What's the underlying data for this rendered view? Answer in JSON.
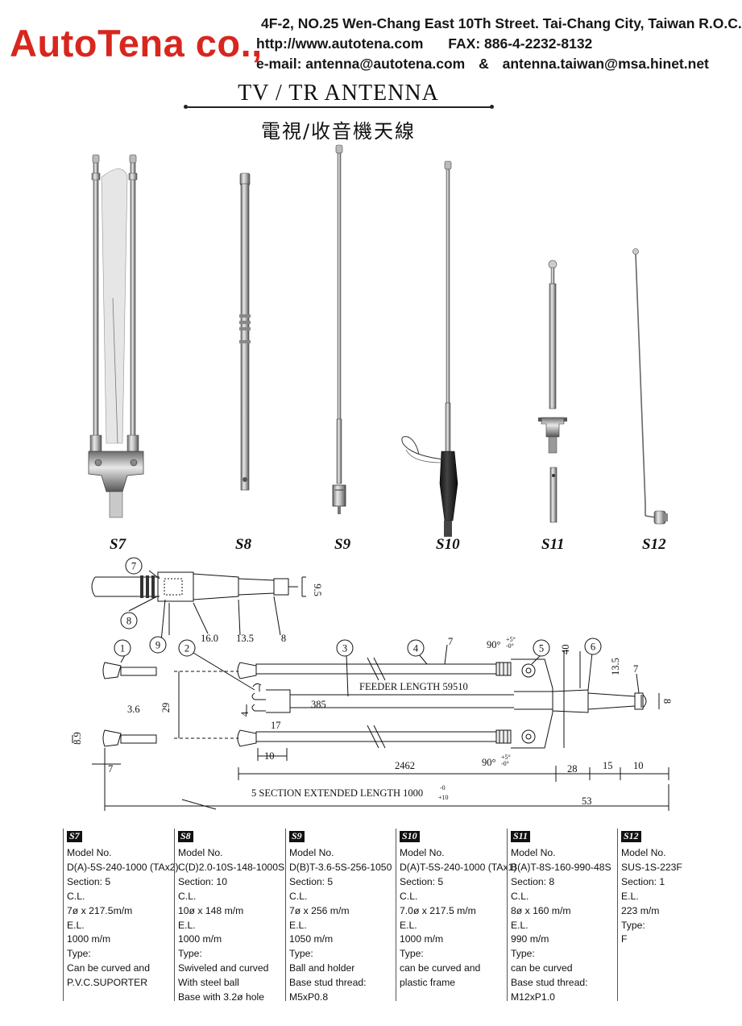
{
  "header": {
    "logo": "AutoTena co.,",
    "address": "4F-2, NO.25 Wen-Chang East 10Th Street. Tai-Chang City, Taiwan R.O.C.",
    "website": "http://www.autotena.com",
    "fax": "FAX: 886-4-2232-8132",
    "email_label": "e-mail: antenna@autotena.com",
    "email_sep": "&",
    "email2": "antenna.taiwan@msa.hinet.net"
  },
  "title": "TV / TR ANTENNA",
  "subtitle": "電視/收音機天線",
  "product_labels": [
    "S7",
    "S8",
    "S9",
    "S10",
    "S11",
    "S12"
  ],
  "diagram": {
    "callouts": [
      "1",
      "2",
      "3",
      "4",
      "5",
      "6",
      "7",
      "8",
      "9"
    ],
    "dims": {
      "d_9_5": "9.5",
      "d_16_0": "16.0",
      "d_13_5": "13.5",
      "d_8_top": "8",
      "d_7a": "7",
      "d_90a": "90°",
      "tol_plus": "+5°",
      "tol_minus": "-0°",
      "d_40": "40",
      "d_13_5b": "13.5",
      "d_7b": "7",
      "d_8b": "8",
      "feeder": "FEEDER LENGTH 59510",
      "d_385": "385",
      "d_29": "29",
      "d_3_6": "3.6",
      "d_4": "4",
      "d_17": "17",
      "d_8_9": "8.9",
      "d_10a": "10",
      "d_7c": "7",
      "d_2462": "2462",
      "d_90b": "90°",
      "d_28": "28",
      "d_15": "15",
      "d_10b": "10",
      "extended": "5 SECTION EXTENDED LENGTH 1000",
      "ext_tol_top": "-0",
      "ext_tol_bot": "+10",
      "d_53": "53"
    }
  },
  "specs": [
    {
      "badge": "S7",
      "lines": [
        "Model No.",
        "D(A)-5S-240-1000 (TAx2)",
        "Section: 5",
        "C.L.",
        "7ø x 217.5m/m",
        "E.L.",
        "1000 m/m",
        "Type:",
        "Can be curved and",
        "P.V.C.SUPORTER"
      ]
    },
    {
      "badge": "S8",
      "lines": [
        "Model No.",
        "C(D)2.0-10S-148-1000S",
        "Section: 10",
        "C.L.",
        "10ø x 148 m/m",
        "E.L.",
        "1000 m/m",
        "Type:",
        "Swiveled and curved",
        "With steel ball",
        "Base with 3.2ø hole"
      ]
    },
    {
      "badge": "S9",
      "lines": [
        "Model No.",
        "D(B)T-3.6-5S-256-1050",
        "Section: 5",
        "C.L.",
        "7ø x 256 m/m",
        "E.L.",
        "1050 m/m",
        "Type:",
        "Ball and holder",
        "Base stud thread:",
        "M5xP0.8"
      ]
    },
    {
      "badge": "S10",
      "lines": [
        "Model No.",
        "D(A)T-5S-240-1000 (TAx1)",
        "Section: 5",
        "C.L.",
        "7.0ø x 217.5 m/m",
        "E.L.",
        "1000 m/m",
        "Type:",
        "can be curved and",
        "plastic frame"
      ]
    },
    {
      "badge": "S11",
      "lines": [
        "Model No.",
        "B(A)T-8S-160-990-48S",
        "Section: 8",
        "C.L.",
        "8ø x 160 m/m",
        "E.L.",
        "990 m/m",
        "Type:",
        "can be curved",
        "Base stud thread:",
        "M12xP1.0"
      ]
    },
    {
      "badge": "S12",
      "lines": [
        "Model No.",
        "SUS-1S-223F",
        "Section: 1",
        "E.L.",
        "223 m/m",
        "Type:",
        "F"
      ]
    }
  ]
}
